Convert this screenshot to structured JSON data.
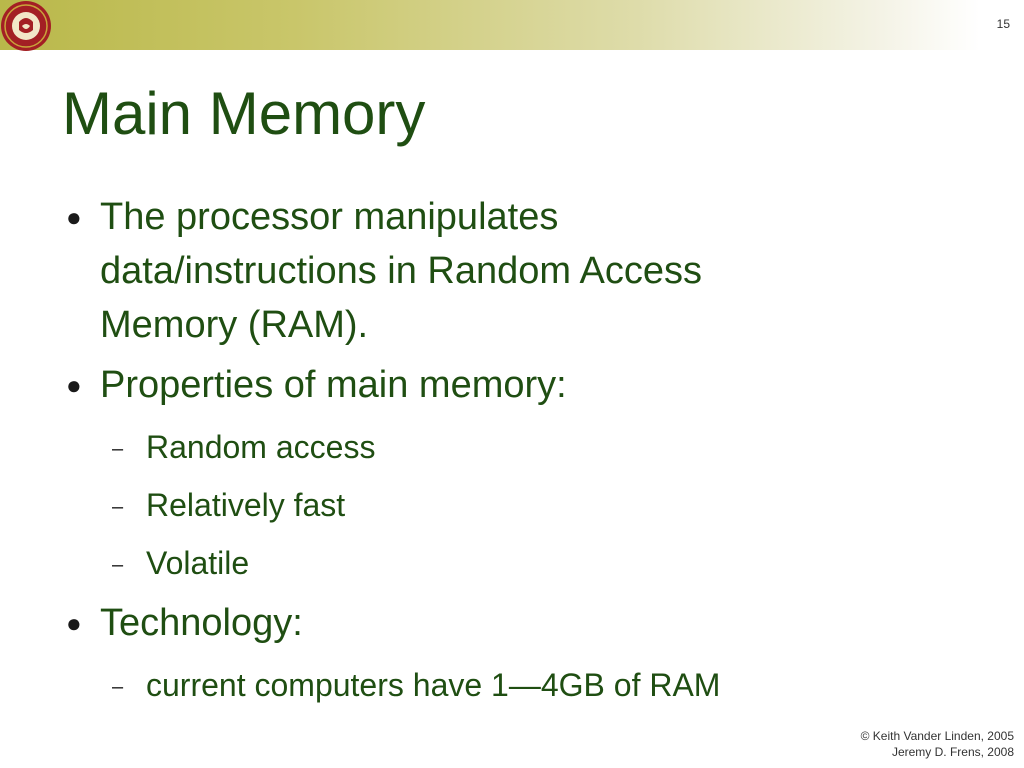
{
  "header": {
    "slide_number": "15"
  },
  "title": "Main Memory",
  "bullets": [
    {
      "text": "The processor manipulates data/instructions in Random Access Memory (RAM).",
      "subs": []
    },
    {
      "text": "Properties of main memory:",
      "subs": [
        "Random access",
        "Relatively fast",
        "Volatile"
      ]
    },
    {
      "text": "Technology:",
      "subs": [
        "current computers have 1—4GB of RAM"
      ]
    }
  ],
  "symbols": {
    "bullet": "●",
    "dash": "–"
  },
  "footer": {
    "line1": "© Keith Vander Linden, 2005",
    "line2": "Jeremy D. Frens, 2008"
  },
  "colors": {
    "title": "#1f4e12",
    "band_start": "#b9b84a",
    "logo_red": "#a31f24",
    "logo_gold": "#c9a33a"
  }
}
